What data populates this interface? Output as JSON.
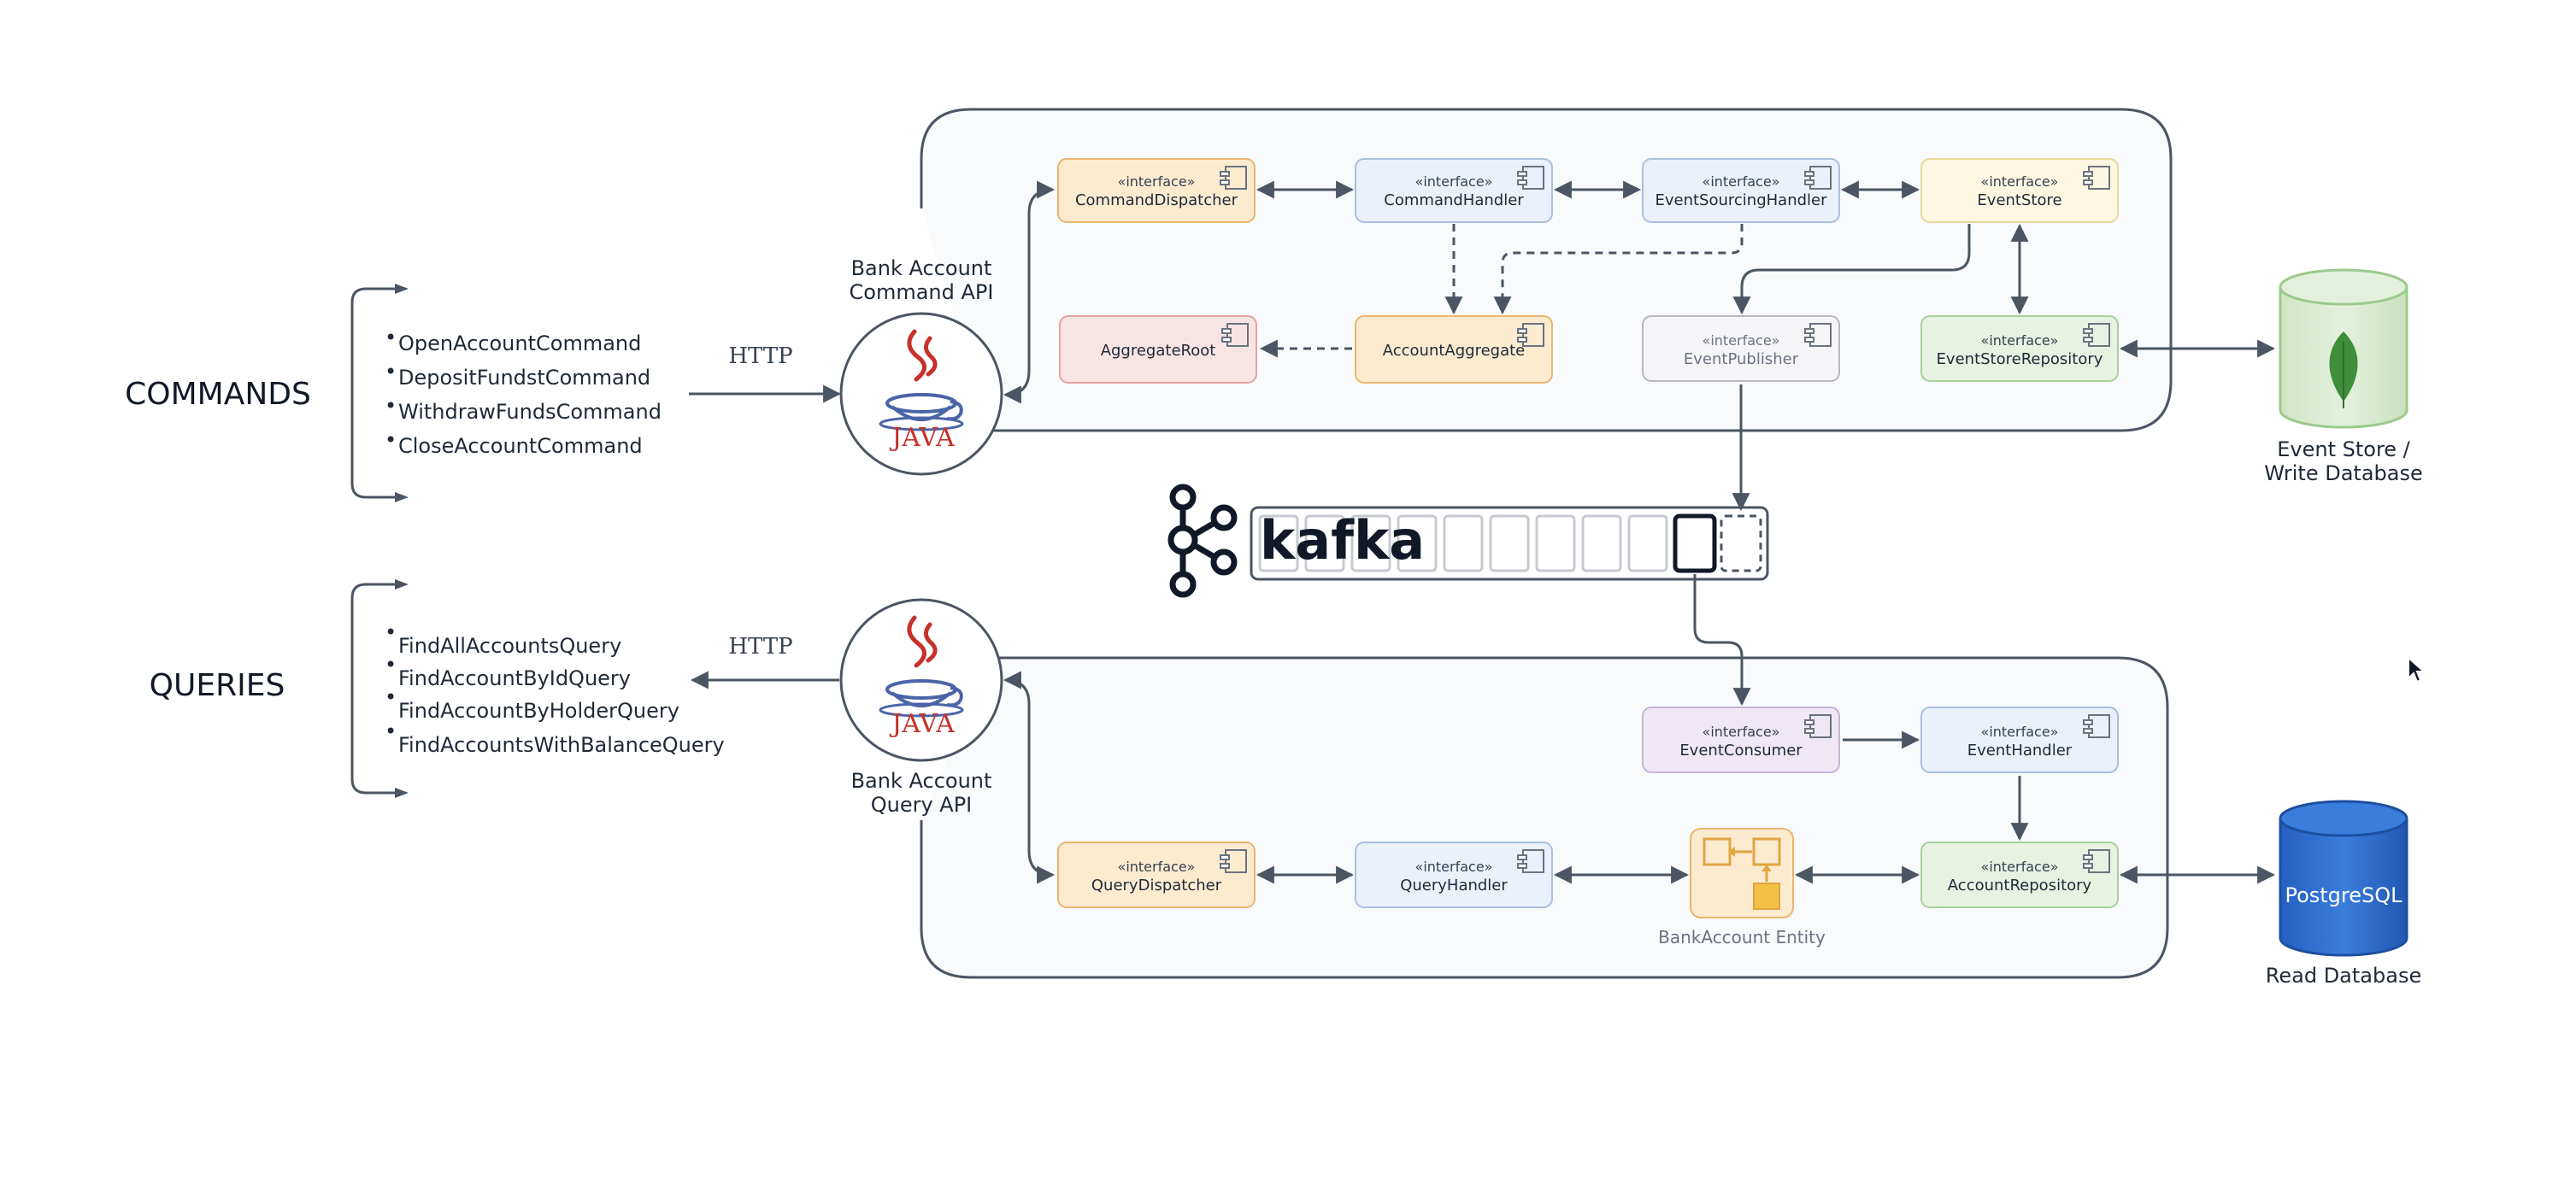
{
  "sections": {
    "commands": "COMMANDS",
    "queries": "QUERIES"
  },
  "commands_list": [
    "OpenAccountCommand",
    "DepositFundstCommand",
    "WithdrawFundsCommand",
    "CloseAccountCommand"
  ],
  "queries_list": [
    "FindAllAccountsQuery",
    "FindAccountByIdQuery",
    "FindAccountByHolderQuery",
    "FindAccountsWithBalanceQuery"
  ],
  "http_label": "HTTP",
  "java_label": "JAVA",
  "command_api": {
    "line1": "Bank Account",
    "line2": "Command API"
  },
  "query_api": {
    "line1": "Bank Account",
    "line2": "Query API"
  },
  "stereotype": "«interface»",
  "components": {
    "command_dispatcher": "CommandDispatcher",
    "command_handler": "CommandHandler",
    "event_sourcing_handler": "EventSourcingHandler",
    "event_store": "EventStore",
    "aggregate_root": "AggregateRoot",
    "account_aggregate": "AccountAggregate",
    "event_publisher": "EventPublisher",
    "event_store_repository": "EventStoreRepository",
    "event_consumer": "EventConsumer",
    "event_handler": "EventHandler",
    "query_dispatcher": "QueryDispatcher",
    "query_handler": "QueryHandler",
    "account_repository": "AccountRepository"
  },
  "entity_label": "BankAccount Entity",
  "kafka_label": "kafka",
  "write_db": {
    "line1": "Event Store /",
    "line2": "Write Database"
  },
  "read_db": {
    "label": "PostgreSQL",
    "caption": "Read Database"
  },
  "colors": {
    "line": "#4b5563",
    "frame": "#4b5563",
    "frame_fill": "#f8fafc",
    "orange_fill": "#fdebd0",
    "orange_stroke": "#e8b66e",
    "blue_fill": "#eaf1fb",
    "blue_stroke": "#a9bfe0",
    "yellow_fill": "#fdf6e1",
    "yellow_stroke": "#e8d79a",
    "red_fill": "#f9e4e4",
    "red_stroke": "#e3a3a3",
    "gray_fill": "#f5f5f7",
    "gray_stroke": "#b8b8c2",
    "green_fill": "#e7f2e3",
    "green_stroke": "#a9cf9d",
    "purple_fill": "#efe8f4",
    "purple_stroke": "#c4b3d4",
    "mongo_fill": "#d8ecd0",
    "mongo_stroke": "#9cc98d",
    "leaf": "#3f8f3a",
    "postgres_fill": "#2f6fd0",
    "postgres_stroke": "#1e4f9f",
    "java_red": "#c7312b",
    "java_blue": "#4a64a8"
  }
}
